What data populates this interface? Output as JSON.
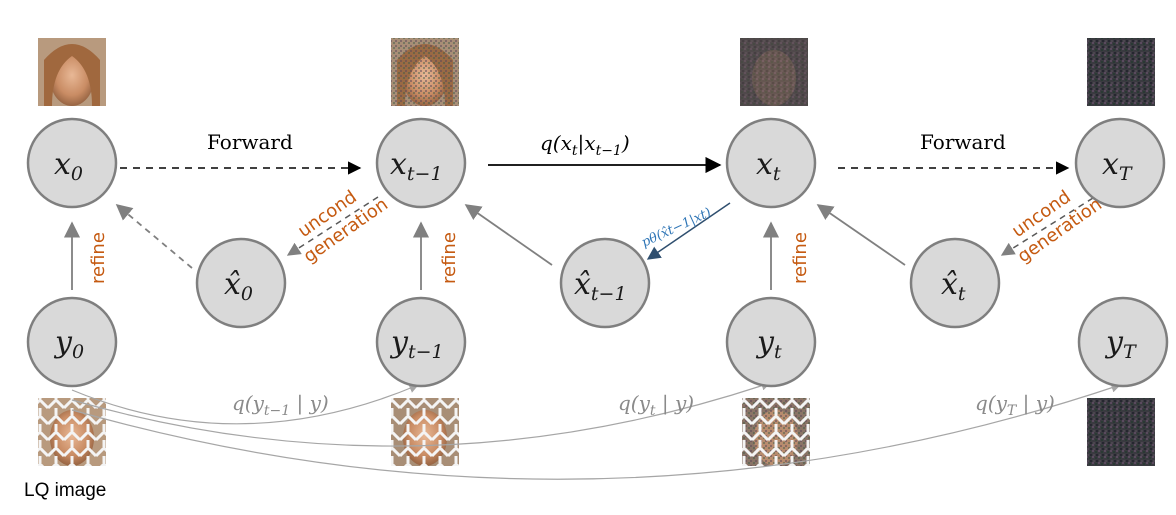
{
  "nodes": {
    "x0": {
      "base": "x",
      "sub": "0"
    },
    "xt1": {
      "base": "x",
      "sub": "t−1"
    },
    "xt": {
      "base": "x",
      "sub": "t"
    },
    "xT": {
      "base": "x",
      "sub": "T"
    },
    "xhat0": {
      "base": "x̂",
      "sub": "0"
    },
    "xhatt1": {
      "base": "x̂",
      "sub": "t−1"
    },
    "xhatt": {
      "base": "x̂",
      "sub": "t"
    },
    "y0": {
      "base": "y",
      "sub": "0"
    },
    "yt1": {
      "base": "y",
      "sub": "t−1"
    },
    "yt": {
      "base": "y",
      "sub": "t"
    },
    "yT": {
      "base": "y",
      "sub": "T"
    }
  },
  "labels": {
    "forward1": "Forward",
    "forward2": "Forward",
    "q_forward": "q(x",
    "q_forward_sub": "t",
    "q_forward_mid": "|x",
    "q_forward_sub2": "t−1",
    "q_forward_end": ")",
    "p_theta": "pθ(x̂t−1|xt)",
    "refine": "refine",
    "uncond": "uncond",
    "generation": "generation",
    "q_yt1": "q(y",
    "q_yt1_sub": "t−1",
    "q_yt1_end": " | y)",
    "q_yt": "q(y",
    "q_yt_sub": "t",
    "q_yt_end": " | y)",
    "q_yT": "q(y",
    "q_yT_sub": "T",
    "q_yT_end": " | y)",
    "lq_image": "LQ image"
  },
  "colors": {
    "node_fill": "#d9d9d9",
    "node_stroke": "#7f7f7f",
    "orange": "#c55a11",
    "blue": "#2e75b6",
    "grey": "#8a8a8a"
  }
}
